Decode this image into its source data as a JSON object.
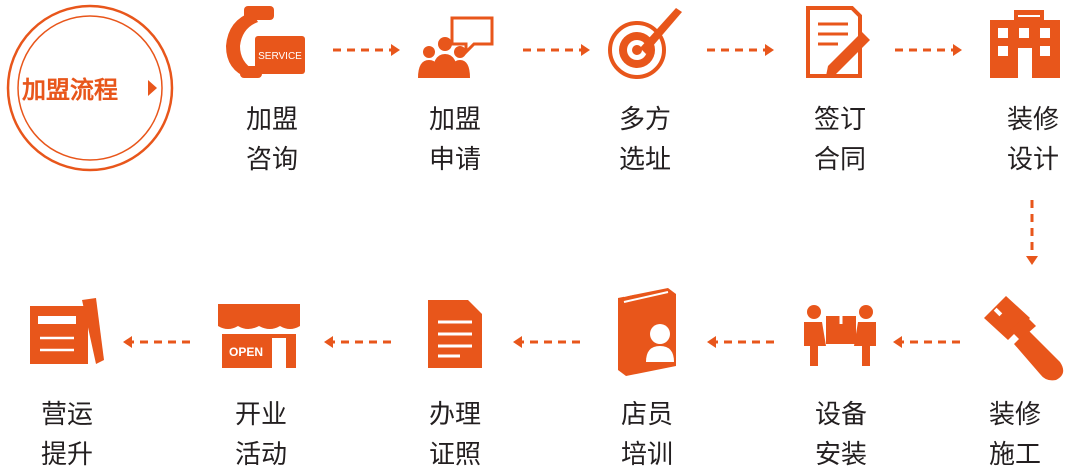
{
  "title": "加盟流程",
  "colors": {
    "accent": "#e8561b",
    "text": "#231f20",
    "background": "#ffffff"
  },
  "steps": [
    {
      "line1": "加盟",
      "line2": "咨询",
      "icon": "phone-service-icon",
      "tag": "SERVICE"
    },
    {
      "line1": "加盟",
      "line2": "申请",
      "icon": "people-chat-icon"
    },
    {
      "line1": "多方",
      "line2": "选址",
      "icon": "target-pencil-icon"
    },
    {
      "line1": "签订",
      "line2": "合同",
      "icon": "contract-pen-icon"
    },
    {
      "line1": "装修",
      "line2": "设计",
      "icon": "building-icon"
    },
    {
      "line1": "装修",
      "line2": "施工",
      "icon": "brush-roller-icon"
    },
    {
      "line1": "设备",
      "line2": "安装",
      "icon": "movers-box-icon"
    },
    {
      "line1": "店员",
      "line2": "培训",
      "icon": "book-person-icon"
    },
    {
      "line1": "办理",
      "line2": "证照",
      "icon": "document-icon"
    },
    {
      "line1": "开业",
      "line2": "活动",
      "icon": "open-store-icon",
      "tag": "OPEN"
    },
    {
      "line1": "营运",
      "line2": "提升",
      "icon": "paper-pen-icon"
    }
  ]
}
